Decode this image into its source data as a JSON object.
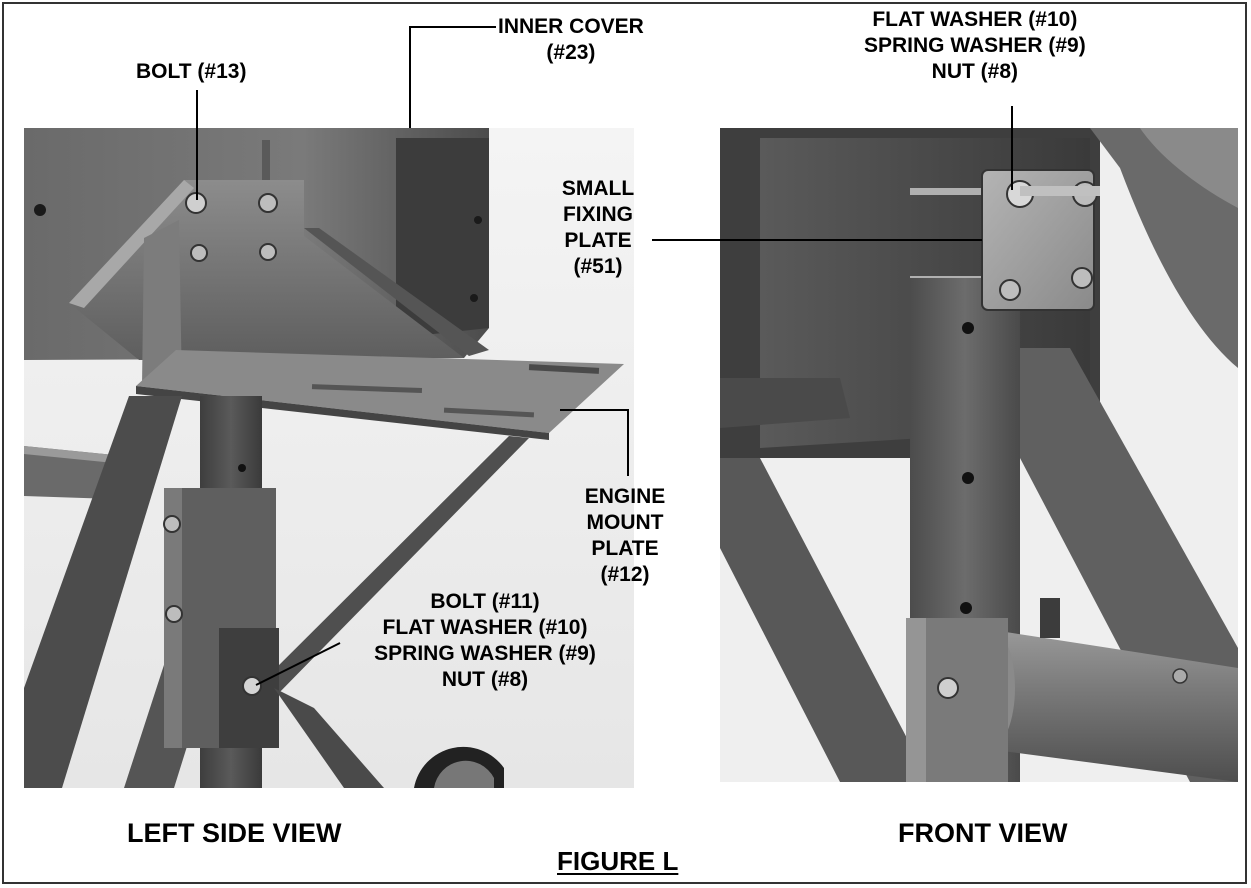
{
  "figure": {
    "title": "FIGURE L",
    "left_view_caption": "LEFT SIDE VIEW",
    "front_view_caption": "FRONT VIEW"
  },
  "callouts": {
    "inner_cover": [
      "INNER COVER",
      "(#23)"
    ],
    "bolt_13": [
      "BOLT (#13)"
    ],
    "front_hardware": [
      "FLAT WASHER (#10)",
      "SPRING WASHER (#9)",
      "NUT (#8)"
    ],
    "small_fixing_plate": [
      "SMALL",
      "FIXING",
      "PLATE",
      "(#51)"
    ],
    "engine_mount_plate": [
      "ENGINE",
      "MOUNT",
      "PLATE",
      "(#12)"
    ],
    "left_hardware": [
      "BOLT (#11)",
      "FLAT WASHER (#10)",
      "SPRING WASHER (#9)",
      "NUT (#8)"
    ]
  },
  "colors": {
    "frame": "#333333",
    "metal_dark": "#4a4a4a",
    "metal_mid": "#6e6e6e",
    "metal_light": "#9a9a9a",
    "hardware": "#c8c8c8"
  }
}
